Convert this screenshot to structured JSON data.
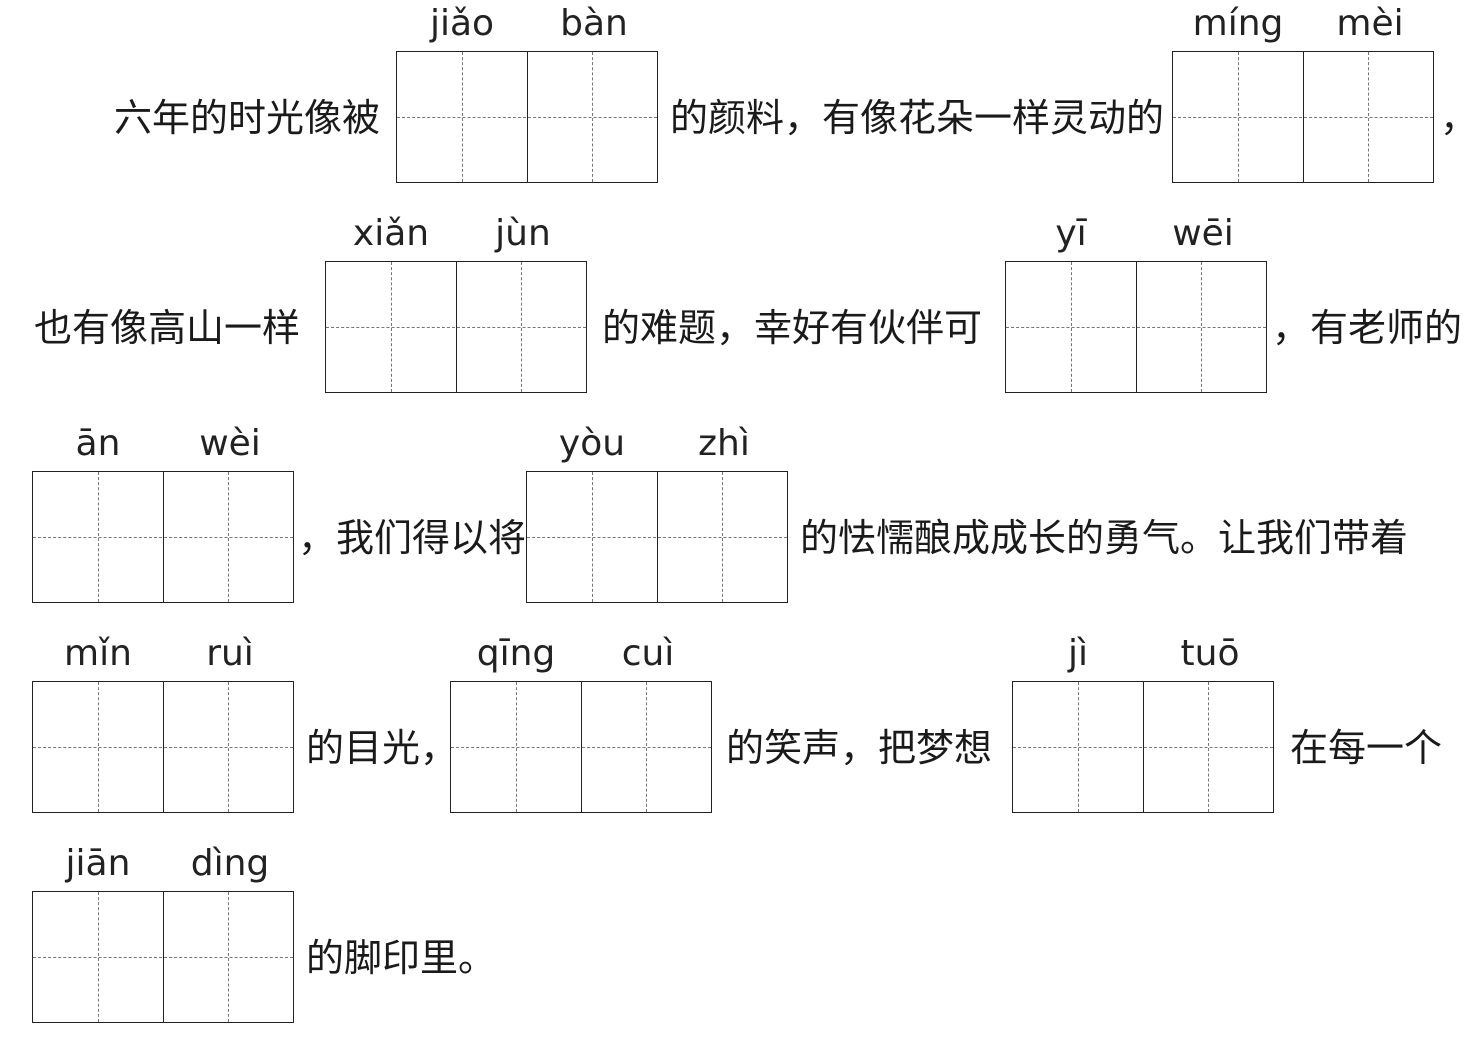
{
  "rows": [
    {
      "segments": [
        "六年的时光像被",
        "的颜料，有像花朵一样灵动的",
        "，"
      ],
      "blanks": [
        {
          "pinyin": [
            "jiǎo",
            "bàn"
          ]
        },
        {
          "pinyin": [
            "míng",
            "mèi"
          ]
        }
      ]
    },
    {
      "segments": [
        "也有像高山一样",
        "的难题，幸好有伙伴可",
        "，有老师的"
      ],
      "blanks": [
        {
          "pinyin": [
            "xiǎn",
            "jùn"
          ]
        },
        {
          "pinyin": [
            "yī",
            "wēi"
          ]
        }
      ]
    },
    {
      "segments": [
        "，我们得以将",
        "的怯懦酿成成长的勇气。让我们带着"
      ],
      "blanks": [
        {
          "pinyin": [
            "ān",
            "wèi"
          ]
        },
        {
          "pinyin": [
            "yòu",
            "zhì"
          ]
        }
      ]
    },
    {
      "segments": [
        "的目光，",
        "的笑声，把梦想",
        "在每一个"
      ],
      "blanks": [
        {
          "pinyin": [
            "mǐn",
            "ruì"
          ]
        },
        {
          "pinyin": [
            "qīng",
            "cuì"
          ]
        },
        {
          "pinyin": [
            "jì",
            "tuō"
          ]
        }
      ]
    },
    {
      "segments": [
        "的脚印里。"
      ],
      "blanks": [
        {
          "pinyin": [
            "jiān",
            "dìng"
          ]
        }
      ]
    }
  ]
}
